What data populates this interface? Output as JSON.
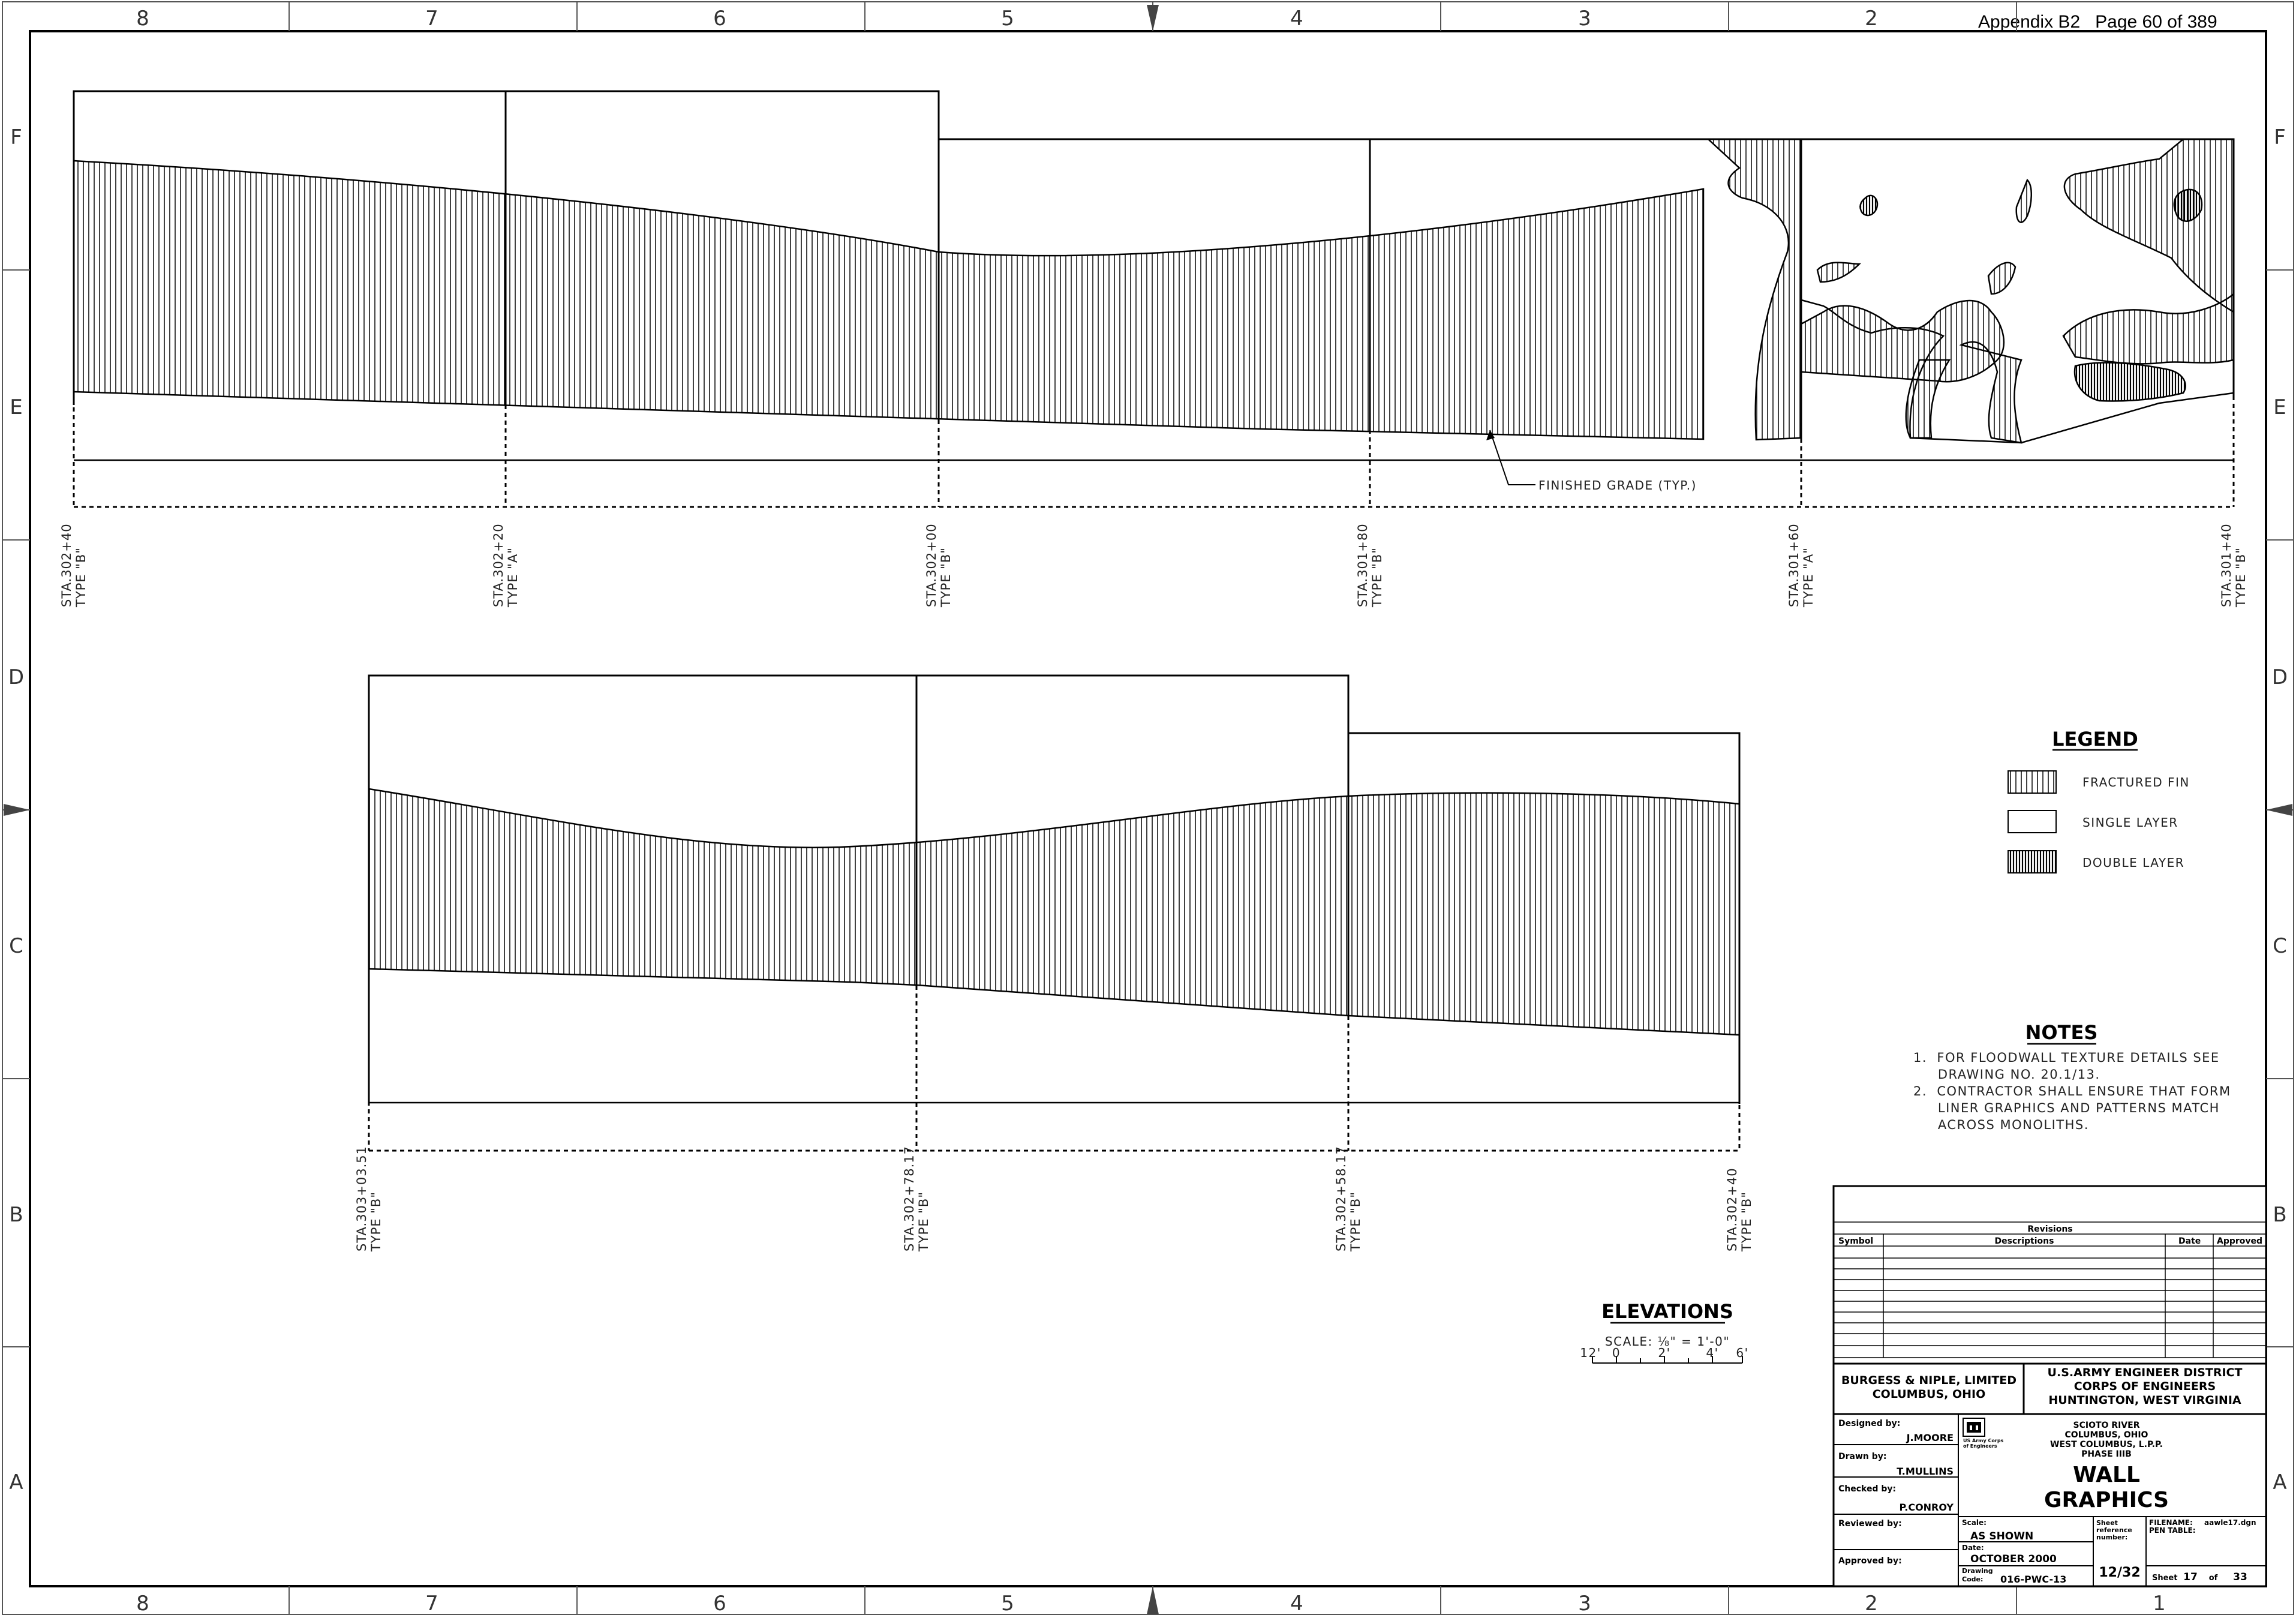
{
  "header": {
    "appendix": "Appendix B2",
    "page": "Page 60 of 389"
  },
  "border": {
    "columns": [
      "8",
      "7",
      "6",
      "5",
      "4",
      "3",
      "2",
      "1"
    ],
    "rows": [
      "F",
      "E",
      "D",
      "C",
      "B",
      "A"
    ]
  },
  "upper_elevation": {
    "stations": [
      {
        "sta": "STA.302+40",
        "type": "TYPE \"B\""
      },
      {
        "sta": "STA.302+20",
        "type": "TYPE \"A\""
      },
      {
        "sta": "STA.302+00",
        "type": "TYPE \"B\""
      },
      {
        "sta": "STA.301+80",
        "type": "TYPE \"B\""
      },
      {
        "sta": "STA.301+60",
        "type": "TYPE \"A\""
      },
      {
        "sta": "STA.301+40",
        "type": "TYPE \"B\""
      }
    ],
    "finished_grade": "FINISHED GRADE (TYP.)"
  },
  "lower_elevation": {
    "stations": [
      {
        "sta": "STA.303+03.51",
        "type": "TYPE \"B\""
      },
      {
        "sta": "STA.302+78.17",
        "type": "TYPE \"B\""
      },
      {
        "sta": "STA.302+58.17",
        "type": "TYPE \"B\""
      },
      {
        "sta": "STA.302+40",
        "type": "TYPE \"B\""
      }
    ]
  },
  "legend": {
    "title": "LEGEND",
    "items": [
      {
        "label": "FRACTURED FIN",
        "pattern": "hatch"
      },
      {
        "label": "SINGLE LAYER",
        "pattern": "blank"
      },
      {
        "label": "DOUBLE LAYER",
        "pattern": "dense-hatch"
      }
    ]
  },
  "notes": {
    "title": "NOTES",
    "lines": [
      "1.  FOR FLOODWALL TEXTURE DETAILS SEE",
      "     DRAWING NO. 20.1/13.",
      "2.  CONTRACTOR SHALL ENSURE THAT FORM",
      "     LINER GRAPHICS AND PATTERNS MATCH",
      "     ACROSS MONOLITHS."
    ]
  },
  "elevations": {
    "title": "ELEVATIONS",
    "scale": "SCALE: ⅛\" = 1'-0\"",
    "scale_ticks": [
      "12'",
      "0",
      "2'",
      "4'",
      "6'"
    ]
  },
  "title_block": {
    "revisions_title": "Revisions",
    "rev_headers": {
      "symbol": "Symbol",
      "descriptions": "Descriptions",
      "date": "Date",
      "approved": "Approved"
    },
    "firm_line1": "BURGESS & NIPLE, LIMITED",
    "firm_line2": "COLUMBUS, OHIO",
    "agency_line1": "U.S.ARMY ENGINEER DISTRICT",
    "agency_line2": "CORPS OF ENGINEERS",
    "agency_line3": "HUNTINGTON, WEST VIRGINIA",
    "designed_label": "Designed by:",
    "designed": "J.MOORE",
    "drawn_label": "Drawn by:",
    "drawn": "T.MULLINS",
    "checked_label": "Checked by:",
    "checked": "P.CONROY",
    "reviewed_label": "Reviewed by:",
    "approved_label": "Approved by:",
    "logo_text1": "US Army Corps",
    "logo_text2": "of Engineers",
    "project_line1": "SCIOTO RIVER",
    "project_line2": "COLUMBUS, OHIO",
    "project_line3": "WEST COLUMBUS, L.P.P.",
    "project_line4": "PHASE IIIB",
    "drawing_title1": "WALL",
    "drawing_title2": "GRAPHICS",
    "scale_label": "Scale:",
    "scale": "AS SHOWN",
    "date_label": "Date:",
    "date": "OCTOBER 2000",
    "code_label1": "Drawing",
    "code_label2": "Code:",
    "code": "016-PWC-13",
    "sheetref_label1": "Sheet",
    "sheetref_label2": "reference",
    "sheetref_label3": "number:",
    "sheetref": "12/32",
    "filename_label": "FILENAME:",
    "filename": "aawle17.dgn",
    "pentable_label": "PEN TABLE:",
    "sheet_label": "Sheet",
    "sheet": "17",
    "of_label": "of",
    "sheet_total": "33"
  }
}
